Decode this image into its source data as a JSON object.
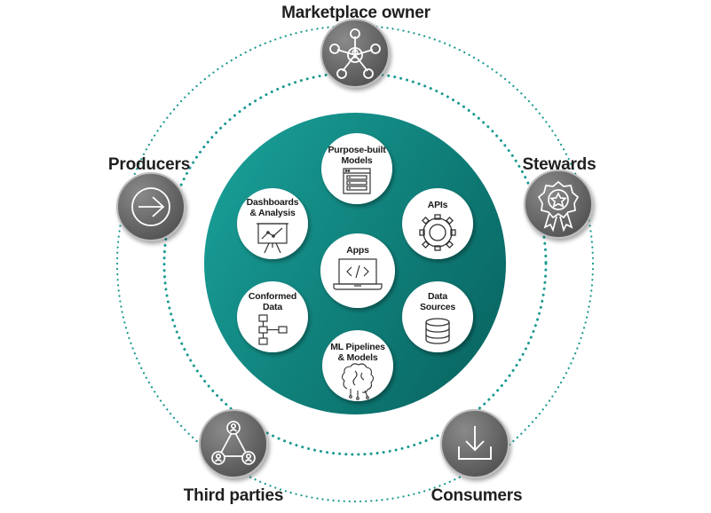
{
  "diagram": {
    "roles": {
      "marketplace_owner": {
        "label": "Marketplace owner",
        "icon": "hub-network-icon"
      },
      "producers": {
        "label": "Producers",
        "icon": "arrow-right-circle-icon"
      },
      "stewards": {
        "label": "Stewards",
        "icon": "award-ribbon-icon"
      },
      "third_parties": {
        "label": "Third parties",
        "icon": "people-triangle-icon"
      },
      "consumers": {
        "label": "Consumers",
        "icon": "download-tray-icon"
      }
    },
    "assets": {
      "purpose_built_models": {
        "label": "Purpose-built\nModels",
        "icon": "model-list-window-icon"
      },
      "apis": {
        "label": "APIs",
        "icon": "gear-icon"
      },
      "data_sources": {
        "label": "Data\nSources",
        "icon": "database-icon"
      },
      "ml_pipelines": {
        "label": "ML Pipelines\n& Models",
        "icon": "brain-circuit-icon"
      },
      "conformed_data": {
        "label": "Conformed\nData",
        "icon": "hierarchy-chart-icon"
      },
      "dashboards": {
        "label": "Dashboards\n& Analysis",
        "icon": "presentation-board-icon"
      },
      "apps": {
        "label": "Apps",
        "icon": "laptop-code-icon"
      }
    },
    "colors": {
      "teal_light": "#1aa39b",
      "teal_dark": "#0a6a66",
      "ring_dots": "#1b9a92",
      "node_light": "#8a8a8a",
      "node_dark": "#4f4f4f",
      "node_border": "#bdbdbd"
    }
  }
}
